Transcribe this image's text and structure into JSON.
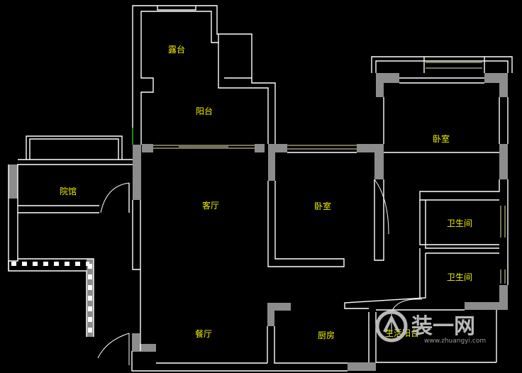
{
  "rooms": {
    "terrace": "露台",
    "balcony": "阳台",
    "courtyard": "院馆",
    "living_room": "客厅",
    "bedroom_middle": "卧室",
    "bedroom_right": "卧室",
    "bathroom_upper": "卫生间",
    "bathroom_lower": "卫生间",
    "dining_room": "餐厅",
    "kitchen": "厨房",
    "utility_balcony": "生活阳台"
  },
  "watermark": {
    "brand": "装一网",
    "url": "www.zhuangyi.com"
  },
  "colors": {
    "background": "#000000",
    "walls": "#ffffff",
    "wall_fill": "#8c8c8c",
    "labels": "#f0f000"
  }
}
